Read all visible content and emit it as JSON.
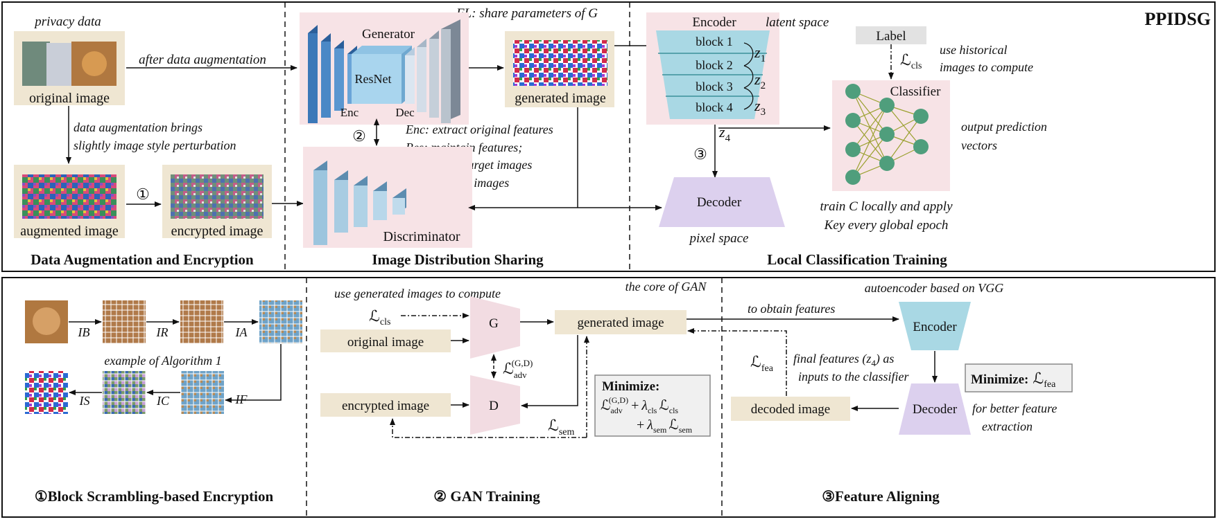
{
  "title": "PPIDSG",
  "sections": {
    "aug": "Data Augmentation and Encryption",
    "ids": "Image Distribution Sharing",
    "lct": "Local Classification Training",
    "bse": "①Block Scrambling-based Encryption",
    "gan": "② GAN Training",
    "fa": "③Feature Aligning"
  },
  "top": {
    "privacy_data": "privacy data",
    "original_image": "original image",
    "after_aug": "after data augmentation",
    "aug_note_1": "data augmentation brings",
    "aug_note_2": "slightly image style perturbation",
    "augmented_image": "augmented image",
    "step1": "①",
    "encrypted_image": "encrypted image",
    "fl_note": "FL: share parameters of G",
    "generator": "Generator",
    "resnet": "ResNet",
    "enc": "Enc",
    "dec": "Dec",
    "generated_image": "generated image",
    "step2": "②",
    "enc_note": "Enc: extract original features",
    "res_note_1": "Res: maintain features;",
    "res_note_2": "align target images",
    "dec_note": "Dec: recover images",
    "discriminator": "Discriminator",
    "encoder": "Encoder",
    "latent_space": "latent space",
    "block1": "block 1",
    "block2": "block 2",
    "block3": "block 3",
    "block4": "block 4",
    "z": "z",
    "z1": "1",
    "z2": "2",
    "z3": "3",
    "z4": "4",
    "step3": "③",
    "decoder": "Decoder",
    "pixel_space": "pixel space",
    "label": "Label",
    "l_cls": "ℒ",
    "cls_sub": "cls",
    "hist_note_1": "use historical",
    "hist_note_2": "images to compute",
    "classifier": "Classifier",
    "output_1": "output prediction",
    "output_2": "vectors",
    "train_1": "train C locally and apply",
    "train_2": "Key every global epoch"
  },
  "bottom": {
    "ib": "IB",
    "ir": "IR",
    "ia": "IA",
    "if": "IF",
    "ic": "IC",
    "is": "IS",
    "example": "example of Algorithm 1",
    "use_gen": "use generated images to compute",
    "core_gan": "the core of GAN",
    "l": "ℒ",
    "cls": "cls",
    "g": "G",
    "d": "D",
    "original_image": "original image",
    "encrypted_image": "encrypted image",
    "generated_image": "generated image",
    "adv": "adv",
    "gd": "(G,D)",
    "sem": "sem",
    "fea": "fea",
    "minimize": "Minimize:",
    "plus": "+",
    "lambda": "λ",
    "to_obtain": "to obtain features",
    "autoenc_note": "autoencoder based on VGG",
    "encoder": "Encoder",
    "decoder": "Decoder",
    "final_1": "final features (",
    "final_z": "z",
    "final_4": "4",
    "final_2": ") as",
    "final_3": "inputs to the classifier",
    "decoded_image": "decoded image",
    "better_1": "for better feature",
    "better_2": "extraction"
  },
  "colors": {
    "beige": "#efe6d2",
    "pink": "#f7e3e6",
    "cyan": "#a9d8e4",
    "lavender": "#dcd0ee",
    "green": "#4f9e7c",
    "grey": "#e2e2e2",
    "mauve": "#f2dce2"
  }
}
